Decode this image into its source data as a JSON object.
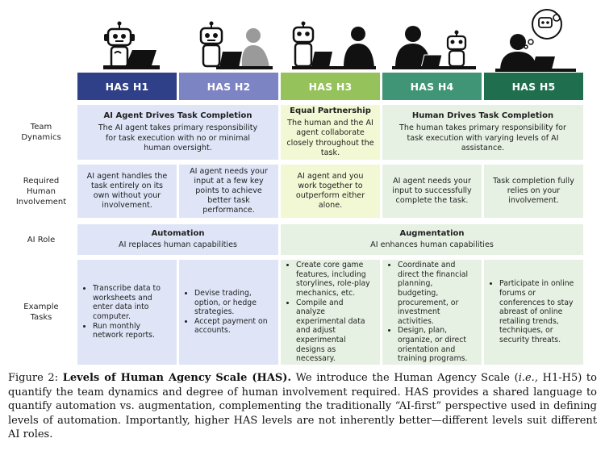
{
  "headers": [
    {
      "label": "HAS H1",
      "color": "#2f3f88"
    },
    {
      "label": "HAS H2",
      "color": "#7d84c3"
    },
    {
      "label": "HAS H3",
      "color": "#95c25a"
    },
    {
      "label": "HAS H4",
      "color": "#3f9575"
    },
    {
      "label": "HAS H5",
      "color": "#1f6f4f"
    }
  ],
  "row_labels": {
    "team_dynamics": "Team\nDynamics",
    "required_involvement": "Required\nHuman\nInvolvement",
    "ai_role": "AI Role",
    "example_tasks": "Example\nTasks"
  },
  "team_dynamics": {
    "left": {
      "title": "AI Agent Drives Task Completion",
      "text": "The AI agent takes primary responsibility for task execution with no or minimal human oversight."
    },
    "mid": {
      "title": "Equal Partnership",
      "text": "The human and the AI agent collaborate closely throughout the task."
    },
    "right": {
      "title": "Human Drives Task Completion",
      "text": "The human takes primary responsibility for task execution with varying levels of AI assistance."
    }
  },
  "involvement": [
    "AI agent handles the task entirely on its own without your involvement.",
    "AI agent needs your input at a few key points to achieve better task performance.",
    "AI agent and you work together to outperform either alone.",
    "AI agent needs your input to successfully complete the task.",
    "Task completion fully relies on your involvement."
  ],
  "ai_role": {
    "automation": {
      "title": "Automation",
      "text": "AI replaces human capabilities"
    },
    "augmentation": {
      "title": "Augmentation",
      "text": "AI enhances human capabilities"
    }
  },
  "tasks": {
    "h1": [
      "Transcribe data to worksheets and enter data into computer.",
      "Run monthly network reports."
    ],
    "h2": [
      "Devise trading, option, or hedge strategies.",
      "Accept payment on accounts."
    ],
    "h3": [
      "Create core game features, including storylines, role-play mechanics, etc.",
      "Compile and analyze experimental data and adjust experimental designs as necessary."
    ],
    "h4": [
      "Coordinate and direct the financial planning, budgeting, procurement, or investment activities.",
      "Design, plan, organize, or direct orientation and training programs."
    ],
    "h5": [
      "Participate in online forums or conferences to stay abreast of online retailing trends, techniques, or security threats."
    ]
  },
  "caption": {
    "fig": "Figure 2: ",
    "bold": "Levels of Human Agency Scale (HAS).",
    "t1": " We introduce the Human Agency Scale (",
    "ie": "i.e.,",
    "t2": " H1-H5) to quantify the team dynamics and degree of human involvement required.  HAS provides a shared language to quantify automation vs. augmentation, complementing the traditionally “AI-first” perspective used in defining levels of automation. Importantly, higher HAS levels are not inherently better—different levels suit different AI roles."
  },
  "colors": {
    "blue_cell": "#dfe5f7",
    "green_cell": "#e7f1e3",
    "yellow_cell": "#f2f8d4"
  }
}
